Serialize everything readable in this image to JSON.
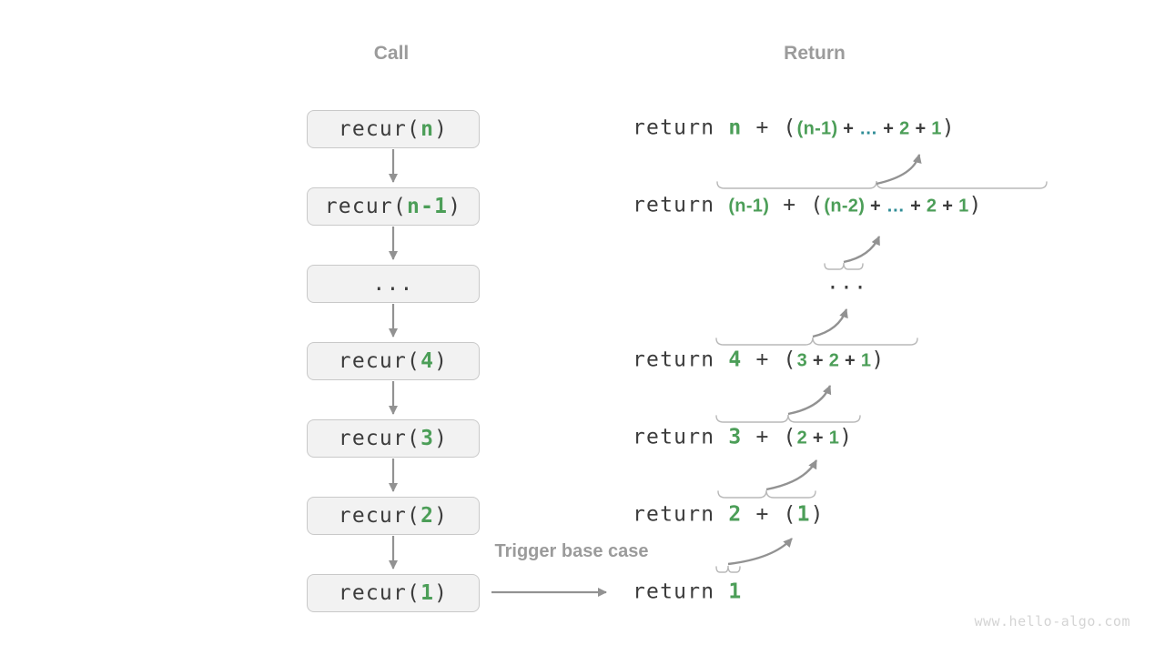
{
  "headers": {
    "call": "Call",
    "return": "Return"
  },
  "trigger_label": "Trigger base case",
  "watermark": "www.hello-algo.com",
  "colors": {
    "green": "#4c9e58",
    "teal": "#2e8c96",
    "dark": "#3c3c3c",
    "gray_label": "#9b9b9b",
    "arrow": "#929292",
    "brace": "#b8b8b8",
    "box_fill": "#f2f2f2",
    "box_border": "#c9c9c9",
    "watermark_color": "#d4d4d4"
  },
  "call_boxes": [
    {
      "name": "recur-n",
      "segments": [
        {
          "t": "recur(",
          "c": "dark",
          "f": "mono"
        },
        {
          "t": "n",
          "c": "green",
          "f": "mono-b"
        },
        {
          "t": ")",
          "c": "dark",
          "f": "mono"
        }
      ]
    },
    {
      "name": "recur-n-1",
      "segments": [
        {
          "t": "recur(",
          "c": "dark",
          "f": "mono"
        },
        {
          "t": "n-1",
          "c": "green",
          "f": "mono-b"
        },
        {
          "t": ")",
          "c": "dark",
          "f": "mono"
        }
      ]
    },
    {
      "name": "ellipsis",
      "segments": [
        {
          "t": "...",
          "c": "dark",
          "f": "mono"
        }
      ]
    },
    {
      "name": "recur-4",
      "segments": [
        {
          "t": "recur(",
          "c": "dark",
          "f": "mono"
        },
        {
          "t": "4",
          "c": "green",
          "f": "mono-b"
        },
        {
          "t": ")",
          "c": "dark",
          "f": "mono"
        }
      ]
    },
    {
      "name": "recur-3",
      "segments": [
        {
          "t": "recur(",
          "c": "dark",
          "f": "mono"
        },
        {
          "t": "3",
          "c": "green",
          "f": "mono-b"
        },
        {
          "t": ")",
          "c": "dark",
          "f": "mono"
        }
      ]
    },
    {
      "name": "recur-2",
      "segments": [
        {
          "t": "recur(",
          "c": "dark",
          "f": "mono"
        },
        {
          "t": "2",
          "c": "green",
          "f": "mono-b"
        },
        {
          "t": ")",
          "c": "dark",
          "f": "mono"
        }
      ]
    },
    {
      "name": "recur-1",
      "segments": [
        {
          "t": "recur(",
          "c": "dark",
          "f": "mono"
        },
        {
          "t": "1",
          "c": "green",
          "f": "mono-b"
        },
        {
          "t": ")",
          "c": "dark",
          "f": "mono"
        }
      ]
    }
  ],
  "return_lines": [
    {
      "name": "return-n",
      "segments": [
        {
          "t": "return ",
          "c": "dark",
          "f": "mono"
        },
        {
          "t": "n",
          "c": "green",
          "f": "mono-b"
        },
        {
          "t": " + (",
          "c": "dark",
          "f": "mono"
        },
        {
          "t": "(n-1)",
          "c": "green",
          "f": "bold"
        },
        {
          "t": " + ",
          "c": "dark",
          "f": "bold"
        },
        {
          "t": "…",
          "c": "teal",
          "f": "bold"
        },
        {
          "t": " + ",
          "c": "dark",
          "f": "bold"
        },
        {
          "t": "2",
          "c": "green",
          "f": "bold"
        },
        {
          "t": " + ",
          "c": "dark",
          "f": "bold"
        },
        {
          "t": "1",
          "c": "green",
          "f": "bold"
        },
        {
          "t": ")",
          "c": "dark",
          "f": "mono"
        }
      ]
    },
    {
      "name": "return-n-1",
      "segments": [
        {
          "t": "return ",
          "c": "dark",
          "f": "mono"
        },
        {
          "t": "(n-1)",
          "c": "green",
          "f": "bold"
        },
        {
          "t": " + (",
          "c": "dark",
          "f": "mono"
        },
        {
          "t": "(n-2)",
          "c": "green",
          "f": "bold"
        },
        {
          "t": " + ",
          "c": "dark",
          "f": "bold"
        },
        {
          "t": "…",
          "c": "teal",
          "f": "bold"
        },
        {
          "t": " + ",
          "c": "dark",
          "f": "bold"
        },
        {
          "t": "2",
          "c": "green",
          "f": "bold"
        },
        {
          "t": " + ",
          "c": "dark",
          "f": "bold"
        },
        {
          "t": "1",
          "c": "green",
          "f": "bold"
        },
        {
          "t": ")",
          "c": "dark",
          "f": "mono"
        }
      ]
    },
    {
      "name": "return-ellipsis",
      "segments": [
        {
          "t": "...",
          "c": "dark",
          "f": "mono"
        }
      ]
    },
    {
      "name": "return-4",
      "segments": [
        {
          "t": "return ",
          "c": "dark",
          "f": "mono"
        },
        {
          "t": "4",
          "c": "green",
          "f": "mono-b"
        },
        {
          "t": " + (",
          "c": "dark",
          "f": "mono"
        },
        {
          "t": "3",
          "c": "green",
          "f": "bold"
        },
        {
          "t": " + ",
          "c": "dark",
          "f": "bold"
        },
        {
          "t": "2",
          "c": "green",
          "f": "bold"
        },
        {
          "t": " + ",
          "c": "dark",
          "f": "bold"
        },
        {
          "t": "1",
          "c": "green",
          "f": "bold"
        },
        {
          "t": ")",
          "c": "dark",
          "f": "mono"
        }
      ]
    },
    {
      "name": "return-3",
      "segments": [
        {
          "t": "return ",
          "c": "dark",
          "f": "mono"
        },
        {
          "t": "3",
          "c": "green",
          "f": "mono-b"
        },
        {
          "t": " + (",
          "c": "dark",
          "f": "mono"
        },
        {
          "t": "2",
          "c": "green",
          "f": "bold"
        },
        {
          "t": " + ",
          "c": "dark",
          "f": "bold"
        },
        {
          "t": "1",
          "c": "green",
          "f": "bold"
        },
        {
          "t": ")",
          "c": "dark",
          "f": "mono"
        }
      ]
    },
    {
      "name": "return-2",
      "segments": [
        {
          "t": "return ",
          "c": "dark",
          "f": "mono"
        },
        {
          "t": "2",
          "c": "green",
          "f": "mono-b"
        },
        {
          "t": " + (",
          "c": "dark",
          "f": "mono"
        },
        {
          "t": "1",
          "c": "green",
          "f": "mono-b"
        },
        {
          "t": ")",
          "c": "dark",
          "f": "mono"
        }
      ]
    },
    {
      "name": "return-1",
      "segments": [
        {
          "t": "return ",
          "c": "dark",
          "f": "mono"
        },
        {
          "t": "1",
          "c": "green",
          "f": "mono-b"
        }
      ]
    }
  ]
}
